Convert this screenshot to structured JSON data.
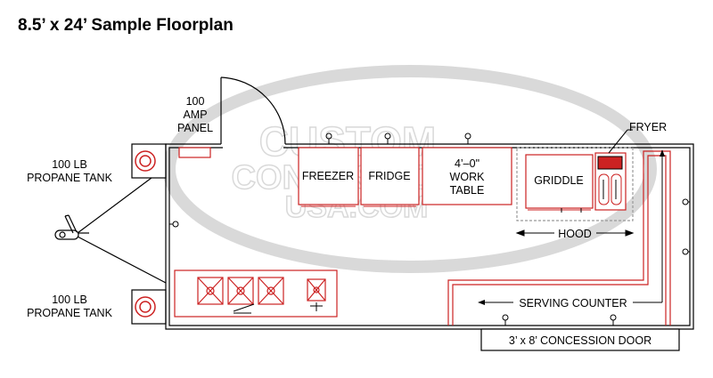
{
  "title": "8.5’ x 24’ Sample Floorplan",
  "watermark": {
    "line1": "CUSTOM",
    "line2": "CONCESSIONS",
    "line3": "USA.COM"
  },
  "labels": {
    "amp_panel_line1": "100",
    "amp_panel_line2": "AMP",
    "amp_panel_line3": "PANEL",
    "propane_top_line1": "100 LB",
    "propane_top_line2": "PROPANE TANK",
    "propane_bottom_line1": "100 LB",
    "propane_bottom_line2": "PROPANE TANK",
    "freezer": "FREEZER",
    "fridge": "FRIDGE",
    "work_table_line1": "4’–0\"",
    "work_table_line2": "WORK",
    "work_table_line3": "TABLE",
    "griddle": "GRIDDLE",
    "fryer": "FRYER",
    "hood": "HOOD",
    "serving_counter": "SERVING COUNTER",
    "concession_door": "3’ x 8’ CONCESSION DOOR"
  },
  "colors": {
    "outline": "#000000",
    "equipment": "#cc2222",
    "fryer_fill": "#cc2222",
    "hood": "#999999",
    "watermark": "#d9d9d9"
  }
}
